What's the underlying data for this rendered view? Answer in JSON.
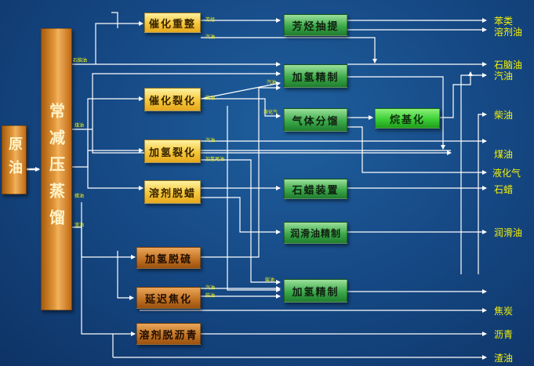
{
  "units": {
    "crude": "原油",
    "atm_vac": "常减压蒸馏",
    "cat_reform": "催化重整",
    "cat_crack": "催化裂化",
    "hydrocrack": "加氢裂化",
    "dewax": "溶剂脱蜡",
    "hds": "加氢脱硫",
    "coking": "延迟焦化",
    "deasphalt": "溶剂脱沥青",
    "aromatics": "芳烃抽提",
    "hydrofine1": "加氢精制",
    "gas_sep": "气体分馏",
    "alkylation": "烷基化",
    "wax_unit": "石蜡装置",
    "lube_refine": "润滑油精制",
    "hydrofine2": "加氢精制"
  },
  "streams": {
    "naphtha": "石脑油",
    "kerosene": "煤油",
    "waxy_oil": "蜡油",
    "residue": "渣油",
    "aromatic": "芳烃",
    "gasoline": "汽油",
    "gasoline2": "汽油",
    "lpg_short": "液化气",
    "diesel": "柴油",
    "gasoline3": "汽油",
    "hc_tail": "加氢尾油",
    "gasoline4": "汽油",
    "diesel2": "柴油",
    "diesel3": "柴油"
  },
  "products": {
    "benzene": "苯类",
    "solvent_oil": "溶剂油",
    "naphtha": "石脑油",
    "gasoline": "汽油",
    "diesel": "柴油",
    "kerosene": "煤油",
    "lpg": "液化气",
    "paraffin": "石蜡",
    "lube": "润滑油",
    "coke": "焦炭",
    "asphalt": "沥青",
    "residue": "渣油"
  },
  "colors": {
    "line": "#ffffff",
    "product_text": "#f4f10a"
  }
}
